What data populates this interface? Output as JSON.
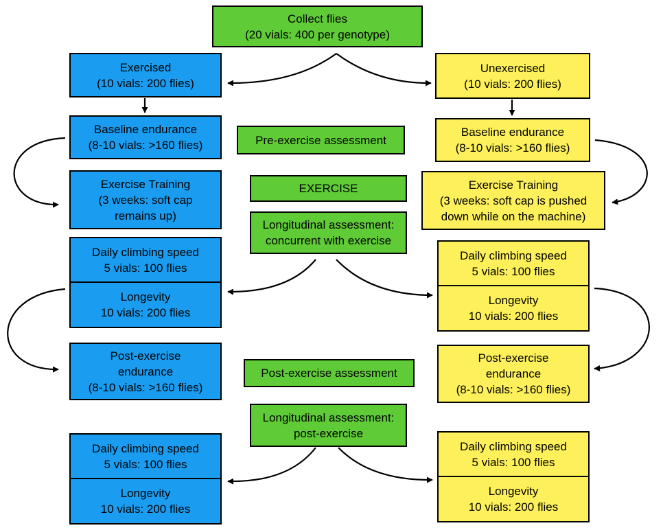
{
  "colors": {
    "exercised": "#1a9cf0",
    "unexercised": "#fdf05a",
    "stage": "#5fcc37",
    "arrow": "#000000"
  },
  "top": {
    "line1": "Collect flies",
    "line2": "(20 vials: 400 per genotype)"
  },
  "stages": {
    "pre": "Pre-exercise assessment",
    "exercise": "EXERCISE",
    "long_concurrent_1": "Longitudinal assessment:",
    "long_concurrent_2": "concurrent with exercise",
    "post": "Post-exercise assessment",
    "long_post_1": "Longitudinal assessment:",
    "long_post_2": "post-exercise"
  },
  "left": {
    "group_1": "Exercised",
    "group_2": "(10 vials: 200 flies)",
    "baseline_1": "Baseline endurance",
    "baseline_2": "(8-10 vials: >160 flies)",
    "training_1": "Exercise Training",
    "training_2": "(3 weeks: soft cap",
    "training_3": "remains up)",
    "climb_1": "Daily climbing speed",
    "climb_2": "5 vials: 100 flies",
    "longevity_1": "Longevity",
    "longevity_2": "10 vials: 200 flies",
    "post_1": "Post-exercise",
    "post_2": "endurance",
    "post_3": "(8-10 vials: >160 flies)",
    "climb2_1": "Daily climbing speed",
    "climb2_2": "5 vials: 100 flies",
    "longevity2_1": "Longevity",
    "longevity2_2": "10 vials: 200 flies"
  },
  "right": {
    "group_1": "Unexercised",
    "group_2": "(10 vials: 200 flies)",
    "baseline_1": "Baseline endurance",
    "baseline_2": "(8-10 vials: >160 flies)",
    "training_1": "Exercise Training",
    "training_2": "(3 weeks: soft cap is pushed",
    "training_3": "down while on the machine)",
    "climb_1": "Daily climbing speed",
    "climb_2": "5 vials: 100 flies",
    "longevity_1": "Longevity",
    "longevity_2": "10 vials: 200 flies",
    "post_1": "Post-exercise",
    "post_2": "endurance",
    "post_3": "(8-10 vials: >160 flies)",
    "climb2_1": "Daily climbing speed",
    "climb2_2": "5 vials: 100 flies",
    "longevity2_1": "Longevity",
    "longevity2_2": "10 vials: 200 flies"
  }
}
